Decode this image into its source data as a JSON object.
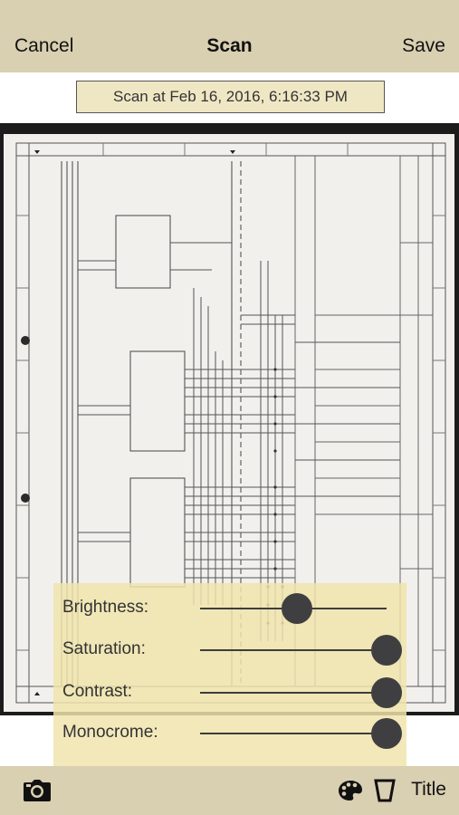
{
  "navbar": {
    "cancel_label": "Cancel",
    "title": "Scan",
    "save_label": "Save"
  },
  "scan_name": "Scan at Feb 16, 2016, 6:16:33 PM",
  "adjustments": {
    "brightness": {
      "label": "Brightness:",
      "value": 0.52
    },
    "saturation": {
      "label": "Saturation:",
      "value": 1.0
    },
    "contrast": {
      "label": "Contrast:",
      "value": 1.0
    },
    "monochrome": {
      "label": "Monocrome:",
      "value": 1.0
    }
  },
  "toolbar": {
    "camera_icon": "camera-icon",
    "palette_icon": "palette-icon",
    "crop_icon": "crop-icon",
    "title_label": "Title"
  },
  "colors": {
    "bar_background": "#d9cfb1",
    "field_background": "#efe7c4",
    "panel_background": "#f1e3ab",
    "thumb": "#3f3f41"
  }
}
